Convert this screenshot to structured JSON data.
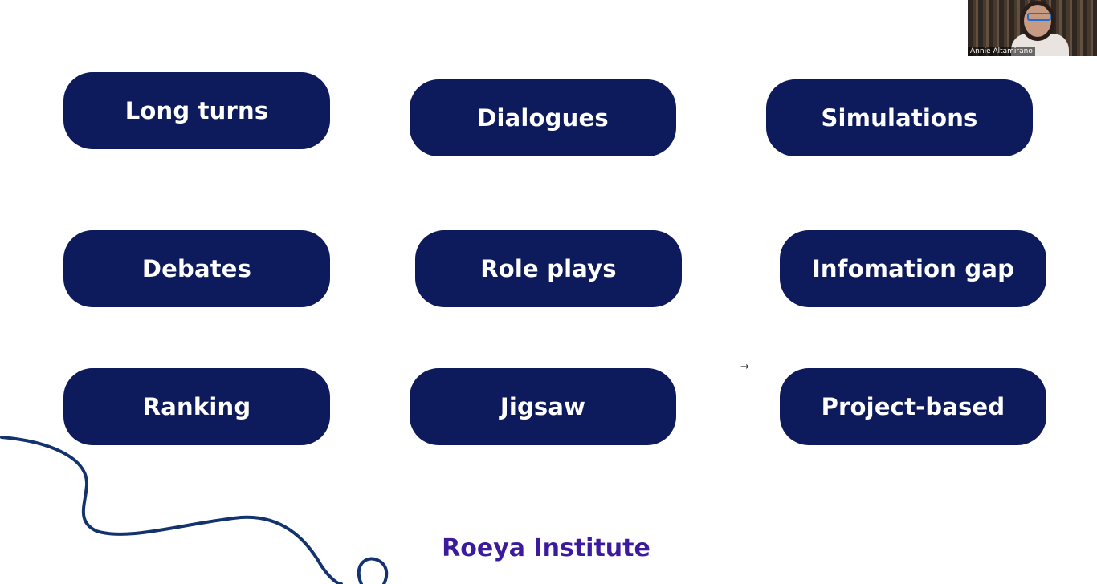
{
  "slide": {
    "buttons": [
      "Long turns",
      "Dialogues",
      "Simulations",
      "Debates",
      "Role plays",
      "Infomation gap",
      "Ranking",
      "Jigsaw",
      "Project-based"
    ],
    "footer_title": "Roeya Institute"
  },
  "webcam": {
    "participant_name": "Annie Altamirano"
  },
  "icons": {
    "cursor": "arrow-cursor-icon"
  },
  "colors": {
    "pill_background": "#0d1a5b",
    "pill_text": "#ffffff",
    "footer_title": "#3c1a9e",
    "squiggle": "#13336e"
  }
}
